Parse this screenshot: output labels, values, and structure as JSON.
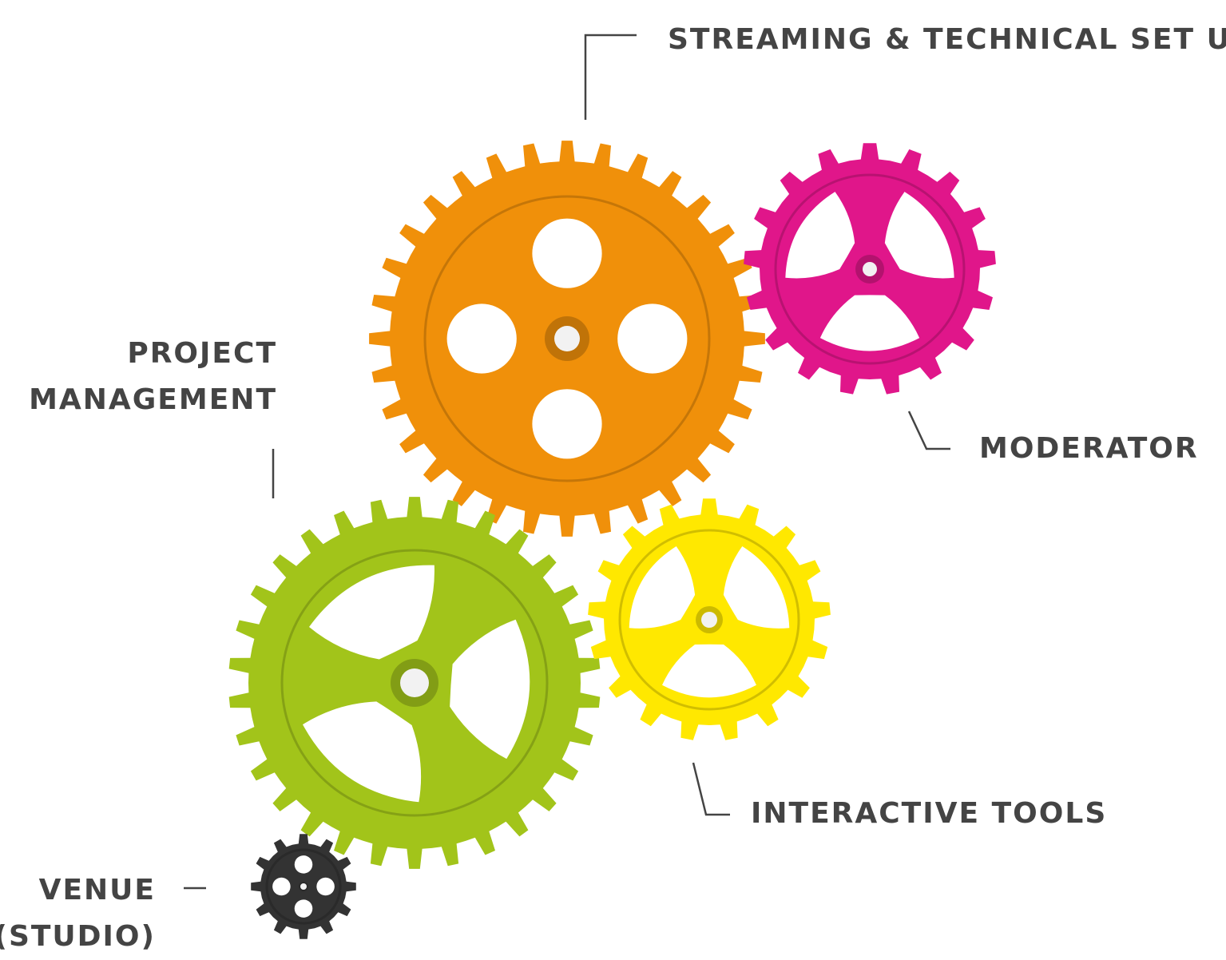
{
  "labels": {
    "streaming": "STREAMING & TECHNICAL SET UP",
    "moderator": "MODERATOR",
    "project_line1": "PROJECT",
    "project_line2": "MANAGEMENT",
    "interactive": "INTERACTIVE TOOLS",
    "venue_line1": "VENUE",
    "venue_line2": "(STUDIO)"
  },
  "colors": {
    "text": "#444444",
    "connector": "#444444",
    "orange": "#F0900A",
    "magenta": "#E0168A",
    "green": "#A2C41A",
    "yellow": "#FFE800",
    "dark": "#333333"
  },
  "gears": [
    {
      "id": "streaming-gear",
      "color": "#F0900A",
      "holes": "round4"
    },
    {
      "id": "moderator-gear",
      "color": "#E0168A",
      "holes": "blob3"
    },
    {
      "id": "project-gear",
      "color": "#A2C41A",
      "holes": "blob3"
    },
    {
      "id": "interactive-gear",
      "color": "#FFE800",
      "holes": "blob3"
    },
    {
      "id": "venue-gear",
      "color": "#333333",
      "holes": "round4"
    }
  ]
}
